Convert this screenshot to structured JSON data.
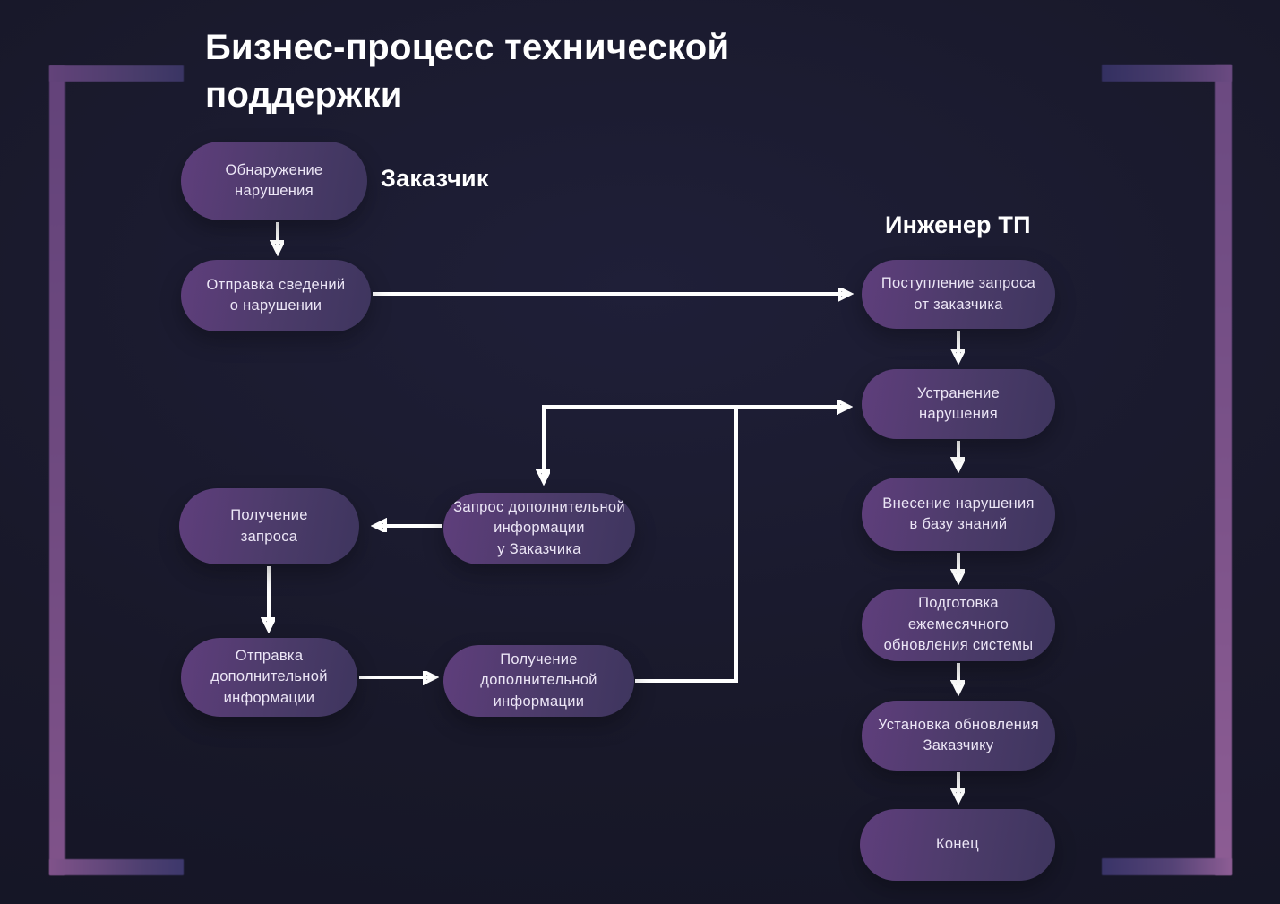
{
  "title": "Бизнес-процесс технической поддержки",
  "lanes": {
    "customer_label": "Заказчик",
    "engineer_label": "Инженер ТП"
  },
  "nodes": {
    "detect": "Обнаружение\nнарушения",
    "send_info": "Отправка сведений\nо нарушении",
    "receive_request": "Получение\nзапроса",
    "send_additional": "Отправка\nдополнительной\nинформации",
    "request_additional": "Запрос дополнительной\nинформации\nу Заказчика",
    "get_additional": "Получение\nдополнительной\nинформации",
    "incoming_request": "Поступление запроса\nот заказчика",
    "fix_violation": "Устранение\nнарушения",
    "add_to_kb": "Внесение нарушения\nв базу знаний",
    "prepare_update": "Подготовка\nежемесячного\nобновления системы",
    "install_update": "Установка обновления\nЗаказчику",
    "end": "Конец"
  },
  "colors": {
    "background": "#181829",
    "node_gradient_start": "#5f3e7c",
    "node_gradient_end": "#3e355e",
    "node_text": "#ece6f6",
    "heading_text": "#ffffff",
    "arrow": "#ffffff",
    "frame_bright": "#8d5d94",
    "frame_dark": "#343062"
  }
}
